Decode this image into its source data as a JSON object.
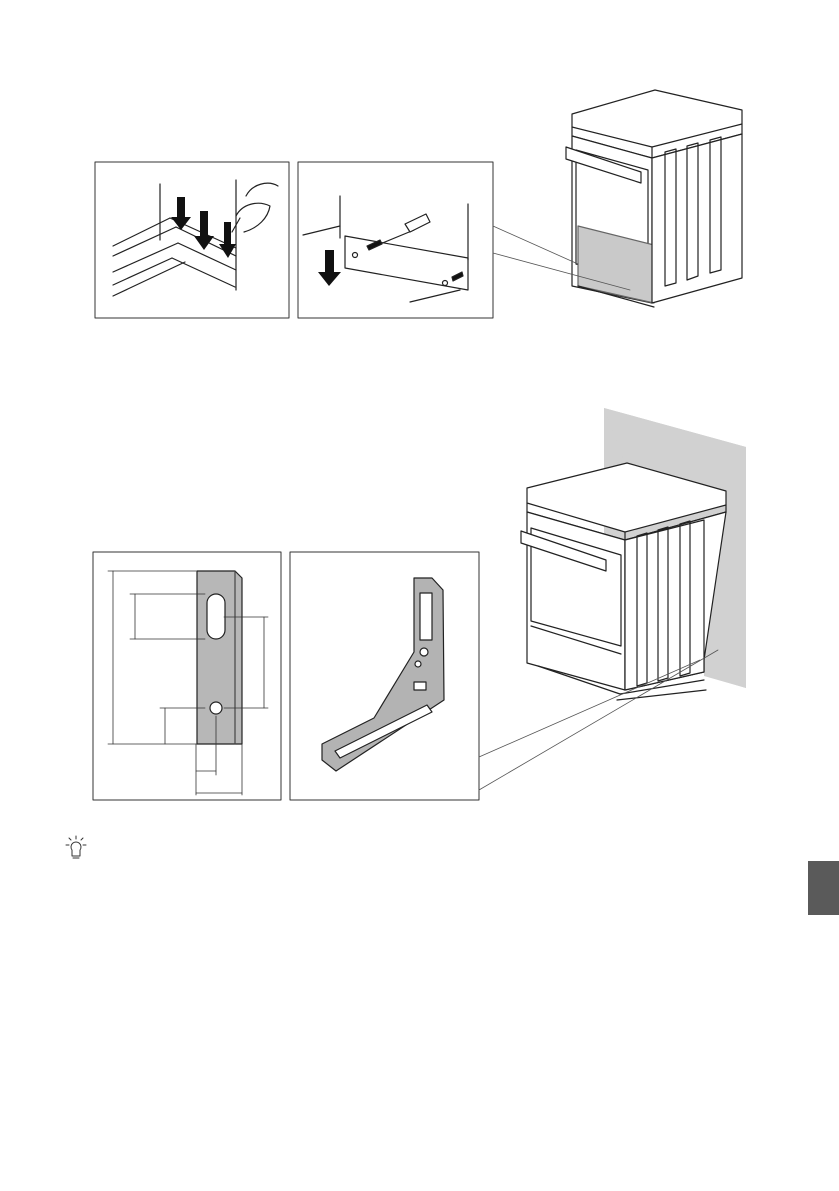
{
  "document": {
    "figures": [
      {
        "id": "plinth-removal-detail-1",
        "description_visible_text": ""
      },
      {
        "id": "plinth-removal-detail-2",
        "description_visible_text": ""
      },
      {
        "id": "anti-tilt-bracket-dimensions",
        "description_visible_text": ""
      },
      {
        "id": "anti-tilt-bracket-perspective",
        "description_visible_text": ""
      }
    ],
    "tip": {
      "icon": "lightbulb-icon",
      "text": ""
    },
    "side_tab": {
      "color": "#5a5a5a",
      "label": ""
    }
  }
}
